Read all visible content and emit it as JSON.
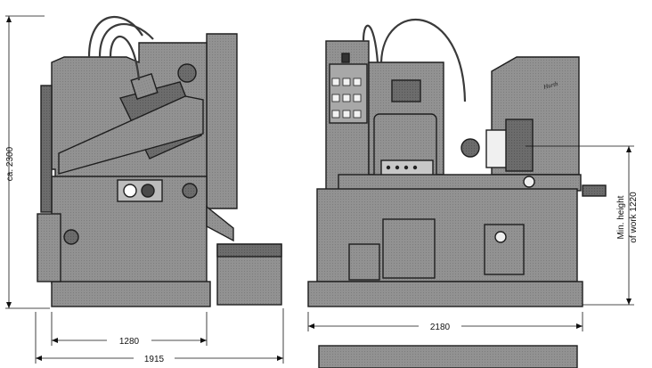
{
  "dimensions": {
    "height_ca": "ca. 2300",
    "depth_inner": "1280",
    "depth_outer": "1915",
    "width": "2180",
    "min_height_line1": "Min. height",
    "min_height_line2": "of work 1220"
  },
  "brand_label": "Hurth",
  "colors": {
    "body": "#8d8d8d",
    "body_dark": "#5e5e5e",
    "body_light": "#b4b4b4",
    "outline": "#1e1e1e",
    "line": "#111111"
  }
}
